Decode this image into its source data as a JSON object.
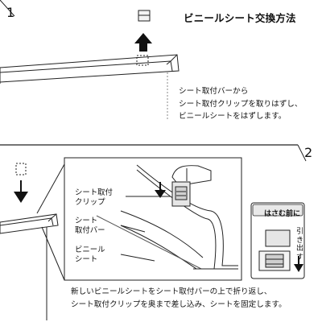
{
  "title": "ビニールシート交換方法",
  "steps": [
    {
      "number": "1",
      "instructions": [
        "シート取付バーから",
        "シート取付クリップを取りはずし、",
        "ビニールシートをはずします。"
      ]
    },
    {
      "number": "2",
      "instructions": [
        "新しいビニールシートをシート取付バーの上で折り返し、",
        "シート取付クリップを奥まで差し込み、シートを固定します。"
      ],
      "labels": {
        "clip": [
          "シート取付",
          "クリップ"
        ],
        "bar": [
          "シート",
          "取付バー"
        ],
        "sheet": [
          "ビニール",
          "シート"
        ]
      },
      "inset": {
        "heading": "はさむ前に",
        "pull_out": "引き出す"
      }
    }
  ],
  "icons": [
    "arrow-up-icon",
    "arrow-down-icon",
    "clip-icon",
    "hand-icon"
  ]
}
